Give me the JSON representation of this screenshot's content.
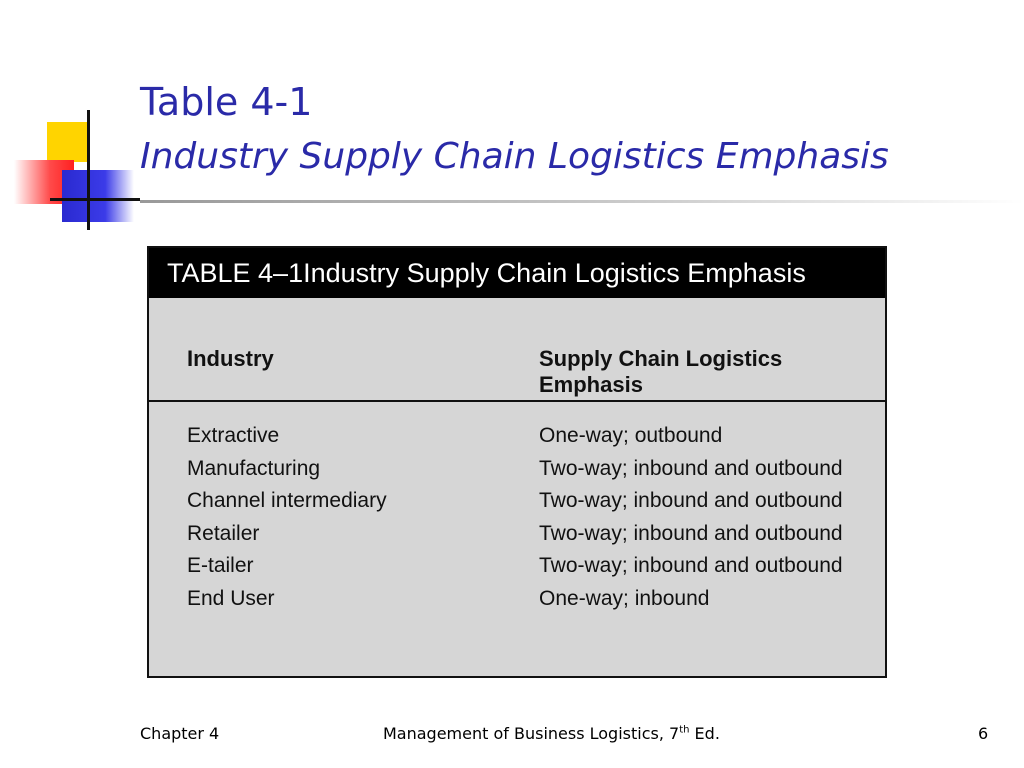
{
  "slide": {
    "title_line1": "Table 4-1",
    "title_line2": "Industry Supply Chain Logistics Emphasis"
  },
  "table": {
    "caption": "TABLE 4–1Industry Supply Chain Logistics Emphasis",
    "headers": [
      "Industry",
      "Supply Chain Logistics Emphasis"
    ],
    "rows": [
      [
        "Extractive",
        "One-way; outbound"
      ],
      [
        "Manufacturing",
        "Two-way; inbound and outbound"
      ],
      [
        "Channel intermediary",
        "Two-way; inbound and outbound"
      ],
      [
        "Retailer",
        "Two-way; inbound and outbound"
      ],
      [
        "E-tailer",
        "Two-way; inbound and outbound"
      ],
      [
        "End User",
        "One-way; inbound"
      ]
    ]
  },
  "footer": {
    "left": "Chapter 4",
    "center_main": "Management of Business Logistics, 7",
    "center_sup": "th",
    "center_end": " Ed.",
    "right": "6"
  },
  "colors": {
    "title": "#2a2aa8",
    "table_bg": "#d6d6d6",
    "table_header_bg": "#000000"
  }
}
